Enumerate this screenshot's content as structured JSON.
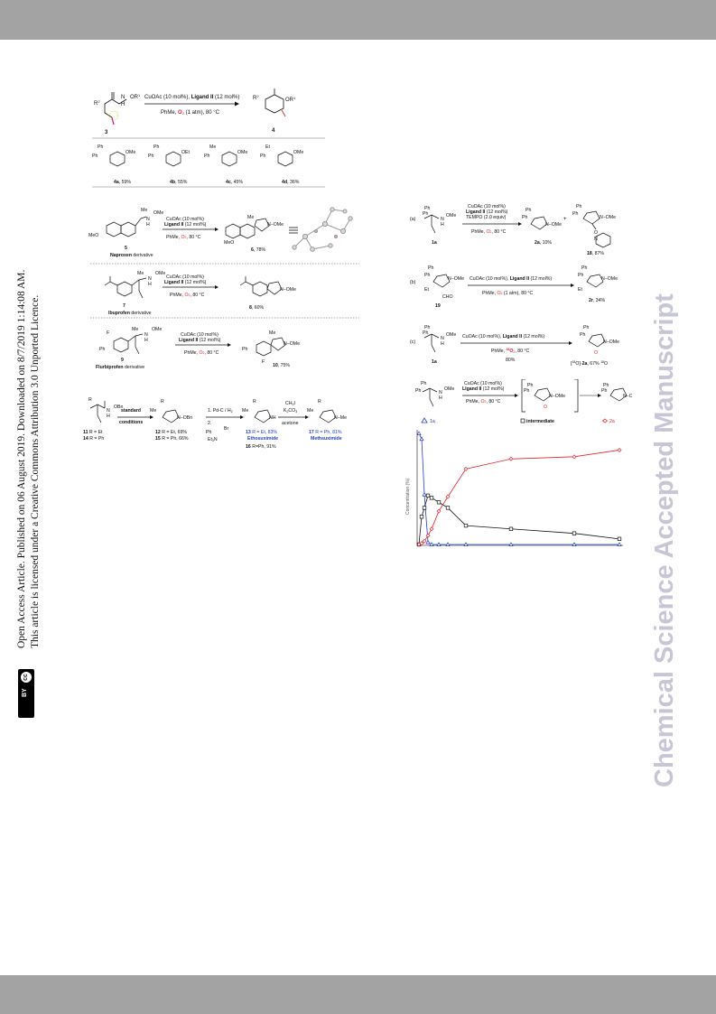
{
  "sidebar": {
    "line1": "Open Access Article. Published on 06 August 2019. Downloaded on 8/7/2019 1:14:08 AM.",
    "line2": "This article is licensed under a Creative Commons Attribution 3.0 Unported Licence.",
    "cc_badge": "cc",
    "by_badge": "BY"
  },
  "watermark": "Chemical Science Accepted Manuscript",
  "scheme1": {
    "r2": "R",
    "r2_sup": "2",
    "or1": "OR",
    "or1_sup": "1",
    "nh": "N",
    "h": "H",
    "conditions_line1_pre": "CuOAc (10 mol%), ",
    "ligand": "Ligand II",
    "conditions_line1_post": " (12 mol%)",
    "conditions_line2_pre": "PhMe, ",
    "o2": "O",
    "o2_sub": "2",
    "conditions_line2_post": " (1 atm), 80 °C",
    "start_label": "3",
    "product_label": "4",
    "products": [
      {
        "id": "4a",
        "yield": ", 59%",
        "sub1": "Ph",
        "sub2": "Ph",
        "n": "OMe"
      },
      {
        "id": "4b",
        "yield": ", 55%",
        "sub1": "Ph",
        "sub2": "Ph",
        "n": "OEt"
      },
      {
        "id": "4c",
        "yield": ", 45%",
        "sub1": "Me",
        "sub2": "Ph",
        "n": "OMe"
      },
      {
        "id": "4d",
        "yield": ", 36%",
        "sub1": "Et",
        "sub2": "Ph",
        "n": "OMe"
      }
    ]
  },
  "scheme2": {
    "rows": [
      {
        "sm_id": "5",
        "sm_name": "Naproxen",
        "sm_suffix": " derivative",
        "cond1": "CuOAc (10 mol%)",
        "cond2": "Ligand II",
        "cond2_post": " (12 mol%)",
        "cond3_pre": "PhMe, ",
        "cond3_post": ", 80 °C",
        "product_id": "6",
        "product_yield": ", 78%",
        "me": "Me",
        "nome": "N−OMe",
        "meo": "MeO",
        "hn": "N",
        "h": "H",
        "ome": "OMe"
      },
      {
        "sm_id": "7",
        "sm_name": "Ibuprofen",
        "sm_suffix": " derivative",
        "cond1": "CuOAc (10 mol%)",
        "cond2": "Ligand II",
        "cond2_post": " (12 mol%)",
        "cond3_pre": "PhMe, ",
        "cond3_post": ", 80 °C",
        "product_id": "8",
        "product_yield": ", 60%",
        "me": "Me",
        "nome": "N−OMe",
        "hn": "N",
        "h": "H",
        "ome": "OMe"
      },
      {
        "sm_id": "9",
        "sm_name": "Flurbiprofen",
        "sm_suffix": " derivative",
        "cond1": "CuOAc (10 mol%)",
        "cond2": "Ligand II",
        "cond2_post": " (12 mol%)",
        "cond3_pre": "PhMe, ",
        "cond3_post": ", 80 °C",
        "product_id": "10",
        "product_yield": ", 75%",
        "me": "Me",
        "nome": "N−OMe",
        "f": "F",
        "ph": "Ph",
        "hn": "N",
        "h": "H",
        "ome": "OMe"
      }
    ],
    "o2": "O",
    "o2_sub": "2"
  },
  "scheme3": {
    "sm_labels": [
      {
        "id": "11",
        "text": " R = Et"
      },
      {
        "id": "14",
        "text": " R = Ph"
      }
    ],
    "r": "R",
    "me": "Me",
    "obn": "OBn",
    "nh": "N",
    "h": "H",
    "std1": "standard",
    "std2": "conditions",
    "int_labels": [
      {
        "id": "12",
        "text": " R = Et, 69%"
      },
      {
        "id": "15",
        "text": " R = Ph, 66%"
      }
    ],
    "nobn": "N−OBn",
    "step1": "1. Pd-C / H",
    "step1_sub": "2",
    "step2": "2.",
    "ph": "Ph",
    "br": "Br",
    "et3n": "Et",
    "et3n_sub": "3",
    "et3n_n": "N",
    "nh_prod": "NH",
    "ch3i": "CH",
    "ch3i_sub": "3",
    "ch3i_i": "I",
    "k2co3": "K",
    "k2co3_sub1": "2",
    "k2co3_co": "CO",
    "k2co3_sub2": "3",
    "acetone": "acetone",
    "p13": {
      "id": "13",
      "text": " R = Et, 83%",
      "name": "Ethosuximide"
    },
    "p16": {
      "id": "16",
      "text": " R=Ph, 91%"
    },
    "p17": {
      "id": "17",
      "text": " R = Ph, 81%",
      "name": "Methsuximide"
    },
    "nme": "N−Me"
  },
  "scheme4": {
    "a": {
      "tag": "(a)",
      "sm": "1a",
      "c1": "CuOAc (10 mol%)",
      "c2": "Ligand II",
      "c2_post": " (12 mol%)",
      "c3": "TEMPO (2.0 equiv)",
      "c4_pre": "PhMe, ",
      "c4_post": ", 80 °C",
      "p1": "2a",
      "p1_yield": ", 10%",
      "p2": "18",
      "p2_yield": ", 87%",
      "ph": "Ph",
      "nome": "N−OMe",
      "ome": "OMe",
      "plus": "+",
      "o": "O",
      "n": "N",
      "h": "H",
      "nome2": "N−OMe"
    },
    "b": {
      "tag": "(b)",
      "sm": "19",
      "cond1_pre": "CuOAc (10 mol%), ",
      "ligand": "Ligand II",
      "cond1_post": " (12 mol%)",
      "cond2_pre": "PhMe, ",
      "cond2_post": " (1 atm), 80 °C",
      "p": "2r",
      "p_yield": ", 34%",
      "ph": "Ph",
      "et": "Et",
      "cho": "CHO",
      "nome": "N−OMe"
    },
    "c": {
      "tag": "(c)",
      "sm": "1a",
      "cond1_pre": "CuOAc (10 mol%), ",
      "ligand": "Ligand II",
      "cond1_post": " (12 mol%)",
      "cond2_pre": "PhMe, ",
      "o18": "18",
      "o18_o": "O",
      "o18_sub": "2",
      "cond2_post": ", 80 °C",
      "conv": "80%",
      "p_pre": "[",
      "p_iso": "18",
      "p_mid": "O]-",
      "p": "2a",
      "p_yield": ", 67% ",
      "p_iso2": "18",
      "p_o": "O",
      "ph": "Ph",
      "nome": "N−OMe",
      "ome": "OMe",
      "o_label": "O",
      "n": "N",
      "h": "H"
    },
    "o2": "O",
    "o2_sub": "2"
  },
  "scheme5": {
    "cond1": "CuOAc (10 mol%)",
    "cond2": "Ligand II",
    "cond2_post": " (12 mol%)",
    "cond3_pre": "PhMe, ",
    "cond3_post": ", 80 °C",
    "o2": "O",
    "o2_sub": "2",
    "legend_sm": "1a",
    "legend_int": "intermediate",
    "legend_prod": "2a",
    "ph": "Ph",
    "nome": "N−OMe",
    "ome": "OMe",
    "n": "N",
    "h": "H",
    "o": "O"
  },
  "chart_data": {
    "type": "line",
    "title": "",
    "xlabel": "",
    "ylabel": "Concentration (%)",
    "grid": false,
    "legend": "top",
    "series": [
      {
        "name": "1a",
        "marker": "triangle",
        "color": "#2340c8",
        "x": [
          0,
          1,
          2,
          3,
          4,
          6,
          10,
          20,
          40,
          70,
          90
        ],
        "y": [
          100,
          95,
          45,
          2,
          0,
          0,
          0,
          0,
          0,
          0,
          0
        ]
      },
      {
        "name": "intermediate",
        "marker": "square",
        "color": "#111111",
        "x": [
          0,
          1,
          2,
          3,
          4,
          6,
          10,
          20,
          40,
          70,
          90
        ],
        "y": [
          0,
          25,
          33,
          44,
          42,
          38,
          33,
          17,
          14,
          10,
          5
        ]
      },
      {
        "name": "2a",
        "marker": "diamond",
        "color": "#e0242a",
        "x": [
          0,
          1,
          2,
          3,
          4,
          6,
          10,
          20,
          40,
          70,
          90
        ],
        "y": [
          0,
          1,
          3,
          8,
          14,
          30,
          43,
          68,
          77,
          79,
          85
        ]
      }
    ]
  }
}
